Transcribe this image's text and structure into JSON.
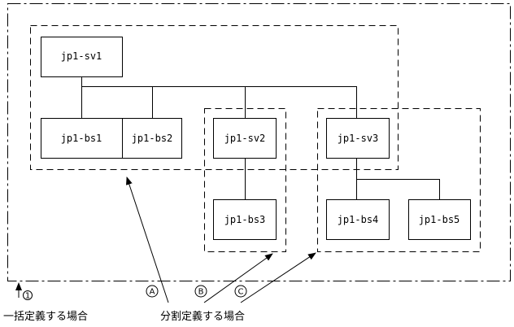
{
  "nodes": {
    "sv1": "jp1-sv1",
    "bs1": "jp1-bs1",
    "bs2": "jp1-bs2",
    "sv2": "jp1-sv2",
    "sv3": "jp1-sv3",
    "bs3": "jp1-bs3",
    "bs4": "jp1-bs4",
    "bs5": "jp1-bs5"
  },
  "markers": {
    "one": "1",
    "a": "A",
    "b": "B",
    "c": "C"
  },
  "captions": {
    "batch": "一括定義する場合",
    "split": "分割定義する場合"
  }
}
